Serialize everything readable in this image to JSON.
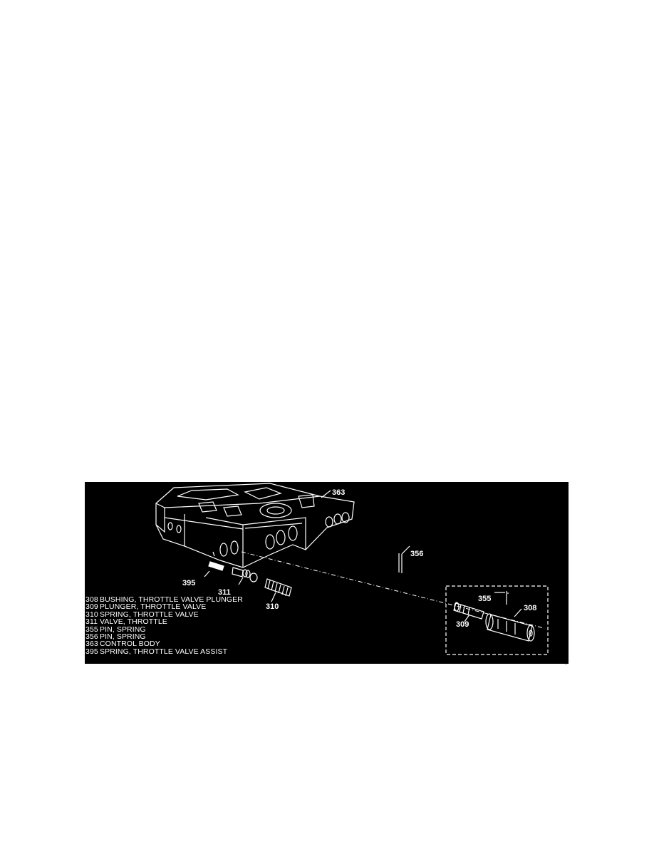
{
  "figure": {
    "background": "#000000",
    "foreground": "#ffffff",
    "callouts": [
      {
        "id": "363",
        "label": "363"
      },
      {
        "id": "356",
        "label": "356"
      },
      {
        "id": "395",
        "label": "395"
      },
      {
        "id": "311",
        "label": "311"
      },
      {
        "id": "310",
        "label": "310"
      },
      {
        "id": "355",
        "label": "355"
      },
      {
        "id": "308",
        "label": "308"
      },
      {
        "id": "309",
        "label": "309"
      }
    ],
    "legend": [
      {
        "number": "308",
        "description": "BUSHING, THROTTLE VALVE PLUNGER"
      },
      {
        "number": "309",
        "description": "PLUNGER, THROTTLE VALVE"
      },
      {
        "number": "310",
        "description": "SPRING, THROTTLE VALVE"
      },
      {
        "number": "311",
        "description": "VALVE, THROTTLE"
      },
      {
        "number": "355",
        "description": "PIN, SPRING"
      },
      {
        "number": "356",
        "description": "PIN, SPRING"
      },
      {
        "number": "363",
        "description": "CONTROL BODY"
      },
      {
        "number": "395",
        "description": "SPRING, THROTTLE VALVE ASSIST"
      }
    ]
  }
}
